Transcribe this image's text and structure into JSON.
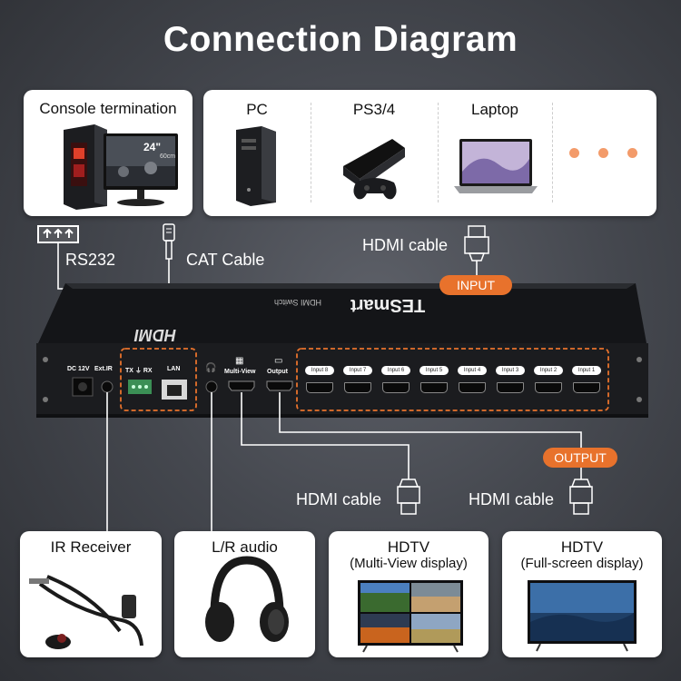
{
  "title": "Connection Diagram",
  "console": {
    "label": "Console termination",
    "monitor_size": "24\"",
    "monitor_sub": "60cm"
  },
  "sources": [
    {
      "label": "PC"
    },
    {
      "label": "PS3/4"
    },
    {
      "label": "Laptop"
    }
  ],
  "connections": {
    "rs232": "RS232",
    "cat": "CAT Cable",
    "hdmi_in": "HDMI cable",
    "input_badge": "INPUT",
    "output_badge": "OUTPUT",
    "hdmi_out_1": "HDMI cable",
    "hdmi_out_2": "HDMI cable"
  },
  "device": {
    "brand": "TESmart",
    "model": "HDMI Switch",
    "logo": "HDMI",
    "ports": {
      "dc": "DC 12V",
      "ir": "Ext.IR",
      "serial": "TX ⏚ RX",
      "lan": "LAN",
      "multiview": "Multi-View",
      "output": "Output"
    },
    "inputs": [
      "Input 8",
      "Input 7",
      "Input 6",
      "Input 5",
      "Input 4",
      "Input 3",
      "Input 2",
      "Input 1"
    ]
  },
  "outputs": [
    {
      "label": "IR Receiver"
    },
    {
      "label": "L/R audio"
    },
    {
      "label": "HDTV",
      "sublabel": "(Multi-View display)"
    },
    {
      "label": "HDTV",
      "sublabel": "(Full-screen display)"
    }
  ],
  "colors": {
    "accent": "#e8722c",
    "dashed_box": "#e8722c",
    "background": "#45484f"
  }
}
